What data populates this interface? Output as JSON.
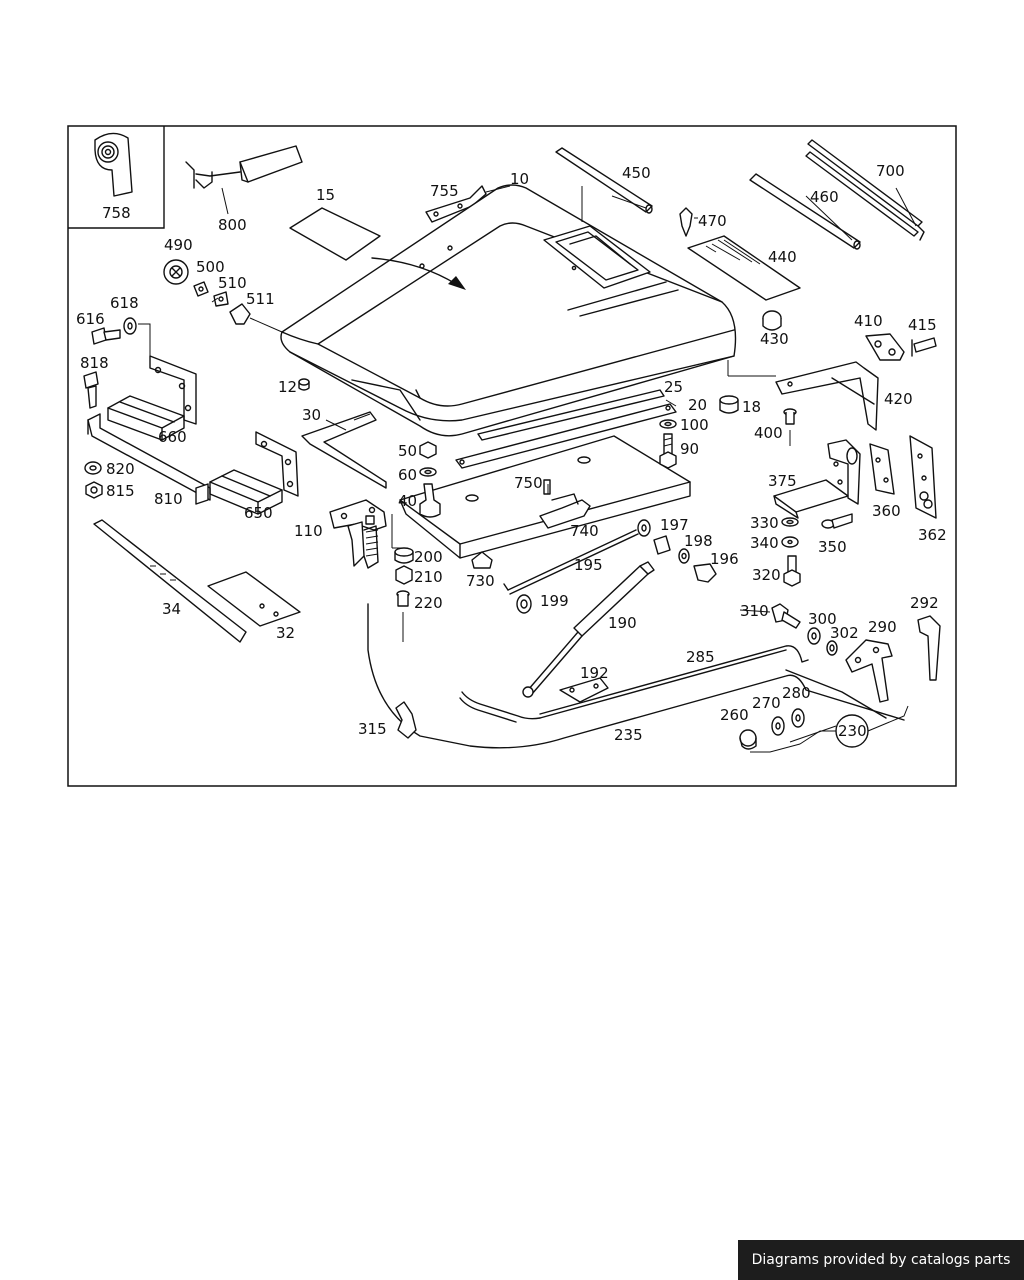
{
  "diagram": {
    "labels": {
      "p758": "758",
      "p800": "800",
      "p15": "15",
      "p755": "755",
      "p10": "10",
      "p450": "450",
      "p470": "470",
      "p700": "700",
      "p460": "460",
      "p440": "440",
      "p490": "490",
      "p500": "500",
      "p510": "510",
      "p511": "511",
      "p430": "430",
      "p410": "410",
      "p415": "415",
      "p420": "420",
      "p616": "616",
      "p618": "618",
      "p818": "818",
      "p12": "12",
      "p25": "25",
      "p20": "20",
      "p18": "18",
      "p30": "30",
      "p400": "400",
      "p660": "660",
      "p100": "100",
      "p90": "90",
      "p50": "50",
      "p60": "60",
      "p40": "40",
      "p750": "750",
      "p375": "375",
      "p820": "820",
      "p815": "815",
      "p810": "810",
      "p650": "650",
      "p740": "740",
      "p360": "360",
      "p362": "362",
      "p110": "110",
      "p197": "197",
      "p330": "330",
      "p340": "340",
      "p350": "350",
      "p200": "200",
      "p198": "198",
      "p196": "196",
      "p195": "195",
      "p210": "210",
      "p730": "730",
      "p320": "320",
      "p34": "34",
      "p220": "220",
      "p199": "199",
      "p32": "32",
      "p190": "190",
      "p310": "310",
      "p300": "300",
      "p302": "302",
      "p290": "290",
      "p292": "292",
      "p192": "192",
      "p285": "285",
      "p280": "280",
      "p270": "270",
      "p260": "260",
      "p230": "230",
      "p315": "315",
      "p235": "235"
    }
  },
  "footer": {
    "text": "Diagrams provided by catalogs parts"
  }
}
